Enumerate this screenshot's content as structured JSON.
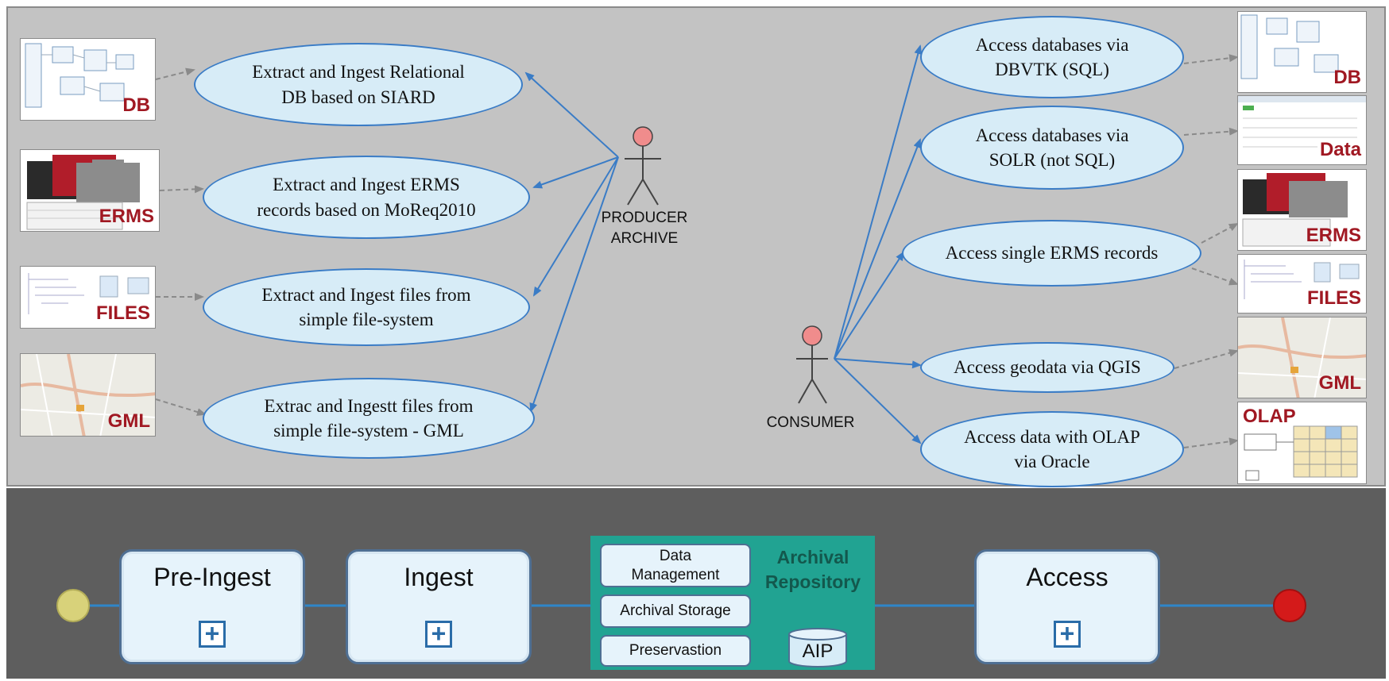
{
  "producer": {
    "actor_label": "PRODUCER\nARCHIVE",
    "sources": [
      {
        "id": "db",
        "label": "DB"
      },
      {
        "id": "erms",
        "label": "ERMS"
      },
      {
        "id": "files",
        "label": "FILES"
      },
      {
        "id": "gml",
        "label": "GML"
      }
    ],
    "use_cases": [
      "Extract and Ingest Relational\nDB based on SIARD",
      "Extract and Ingest ERMS\nrecords based on MoReq2010",
      "Extract and Ingest files from\nsimple file-system",
      "Extrac and Ingestt files from\nsimple file-system - GML"
    ]
  },
  "consumer": {
    "actor_label": "CONSUMER",
    "use_cases": [
      "Access databases via\nDBVTK (SQL)",
      "Access databases via\nSOLR (not SQL)",
      "Access single ERMS records",
      "Access geodata via QGIS",
      "Access data with OLAP\nvia Oracle"
    ],
    "targets": [
      {
        "id": "db",
        "label": "DB"
      },
      {
        "id": "data",
        "label": "Data"
      },
      {
        "id": "erms",
        "label": "ERMS"
      },
      {
        "id": "files",
        "label": "FILES"
      },
      {
        "id": "gml",
        "label": "GML"
      },
      {
        "id": "olap",
        "label": "OLAP"
      }
    ]
  },
  "process": {
    "pre_ingest": "Pre-Ingest",
    "ingest": "Ingest",
    "access": "Access",
    "expand_symbol": "+",
    "repository": {
      "title": "Archival\nRepository",
      "components": [
        "Data\nManagement",
        "Archival Storage",
        "Preservastion"
      ],
      "store": "AIP"
    }
  },
  "colors": {
    "actor_head": "#f08c8c",
    "use_case_fill": "#d7ecf7",
    "use_case_border": "#3a7cc6",
    "label_red": "#a01822",
    "repository_teal": "#21a392",
    "start_event": "#d8d27a",
    "end_event": "#d41a1a"
  }
}
